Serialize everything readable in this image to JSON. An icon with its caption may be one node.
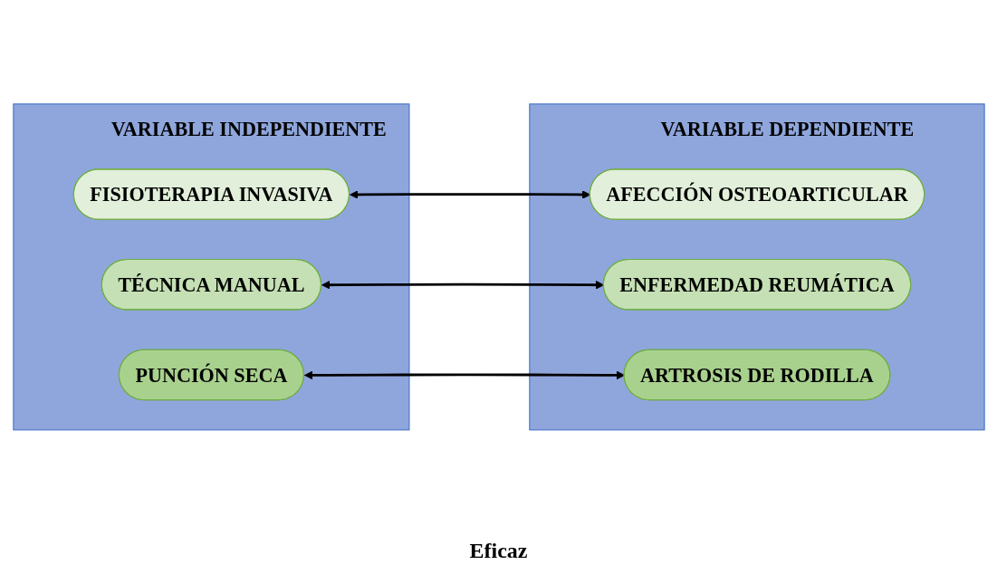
{
  "diagram": {
    "nodes": [
      {
        "text": [
          "VARIABLE INDEPENDIENTE"
        ]
      },
      {
        "text": [
          "FISIOTERAPIA INVASIVA"
        ],
        "in": 0
      },
      {
        "text": [
          "TÉCNICA MANUAL"
        ],
        "in": 0
      },
      {
        "text": [
          "PUNCIÓN SECA"
        ],
        "in": 0
      },
      {
        "text": [
          "VARIABLE DEPENDIENTE"
        ]
      },
      {
        "text": [
          "AFECCIÓN OSTEOARTICULAR"
        ],
        "in": 4
      },
      {
        "text": [
          "ENFERMEDAD REUMÁTICA"
        ],
        "in": 4
      },
      {
        "text": [
          "ARTROSIS DE RODILLA"
        ],
        "in": 4
      }
    ],
    "edges": [
      {
        "from": 1,
        "to": 5,
        "arrow": "both"
      },
      {
        "from": 2,
        "to": 6,
        "arrow": "both"
      },
      {
        "from": 3,
        "to": 7,
        "arrow": "both"
      }
    ],
    "labels": [
      "Eficaz"
    ]
  }
}
